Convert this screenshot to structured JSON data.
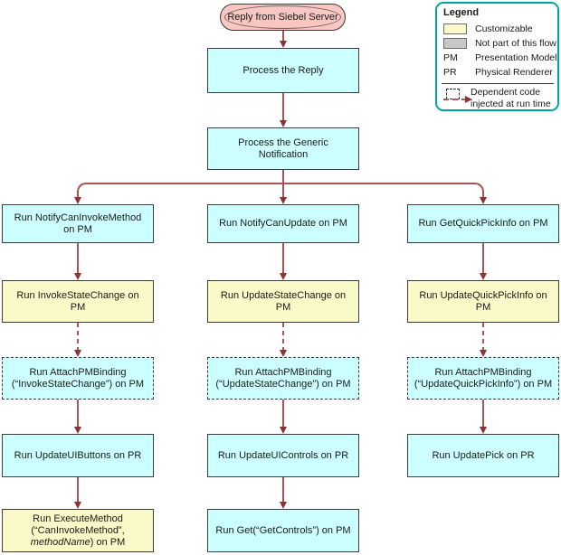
{
  "start": {
    "label": "Reply from Siebel Server"
  },
  "top_nodes": {
    "process_reply": "Process the Reply",
    "process_notification": "Process the Generic Notification"
  },
  "columns": [
    {
      "nodes": [
        {
          "label": "Run NotifyCanInvokeMethod on PM"
        },
        {
          "label": "Run InvokeStateChange on PM"
        },
        {
          "line1": "Run AttachPMBinding",
          "line2": "(“InvokeStateChange”) on PM"
        },
        {
          "label": "Run UpdateUIButtons on PR"
        },
        {
          "line1": "Run ExecuteMethod",
          "line2": "(“CanInvokeMethod”,",
          "line3_italic": "methodName",
          "line3_rest": ") on PM"
        }
      ]
    },
    {
      "nodes": [
        {
          "label": "Run NotifyCanUpdate on PM"
        },
        {
          "label": "Run UpdateStateChange on PM"
        },
        {
          "line1": "Run AttachPMBinding",
          "line2": "(“UpdateStateChange”) on PM"
        },
        {
          "label": "Run UpdateUIControls on PR"
        },
        {
          "label": "Run Get(“GetControls”) on PM"
        }
      ]
    },
    {
      "nodes": [
        {
          "label": "Run GetQuickPickInfo on PM"
        },
        {
          "label": "Run UpdateQuickPickInfo on PM"
        },
        {
          "line1": "Run AttachPMBinding",
          "line2": "(“UpdateQuickPickInfo”) on PM"
        },
        {
          "label": "Run UpdatePick on PR"
        }
      ]
    }
  ],
  "legend": {
    "title": "Legend",
    "items": [
      {
        "swatch": "yellow",
        "label": "Customizable"
      },
      {
        "swatch": "gray",
        "label": "Not part of this flow"
      },
      {
        "abbr": "PM",
        "label": "Presentation Model"
      },
      {
        "abbr": "PR",
        "label": "Physical Renderer"
      }
    ],
    "dependent_line1": "Dependent code",
    "dependent_line2": "injected at run time",
    "icons": {
      "dependent_code": "dashed-box-icon",
      "runtime_injection": "dashed-red-arrow-icon"
    }
  },
  "colors": {
    "start_fill": "#f8c7c2",
    "flow_step_fill": "#ccffff",
    "customizable_fill": "#fafac8",
    "not_part_of_flow_fill": "#c8c8c8",
    "node_border": "#3d3d3d",
    "connector": "#a85454",
    "arrowhead": "#8b3434",
    "legend_border": "#00a1a7"
  }
}
